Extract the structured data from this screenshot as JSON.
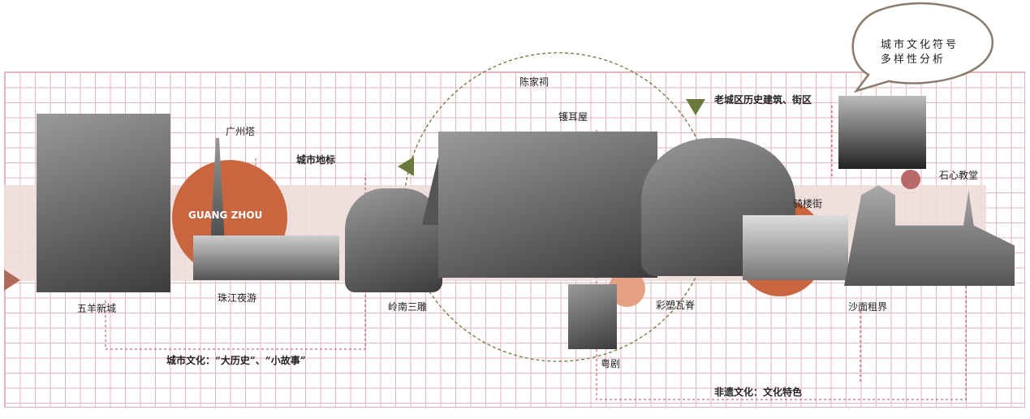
{
  "bubble": {
    "line1": "城市文化符号",
    "line2": "多样性分析"
  },
  "labels": {
    "guangzhou_tower": "广州塔",
    "landmark": "城市地标",
    "wuyang": "五羊新城",
    "pearl_river": "珠江夜游",
    "carvings": "岭南三雕",
    "chen_clan": "陈家祠",
    "wok_house": "镬耳屋",
    "old_city": "老城区历史建筑、街区",
    "arcade": "骑楼街",
    "stone_church": "石心教堂",
    "ridge": "彩塑瓦脊",
    "shamian": "沙面租界",
    "opera": "粤剧",
    "city_culture": "城市文化：“大历史”、“小故事”",
    "heritage": "非遗文化：文化特色"
  },
  "logo_text": "GUANG ZHOU",
  "colors": {
    "accent": "#c9653f",
    "grid": "#e3b5bd",
    "dash": "#c0405a",
    "olive": "#6b7a3a",
    "bubble": "#8c7b6b"
  }
}
